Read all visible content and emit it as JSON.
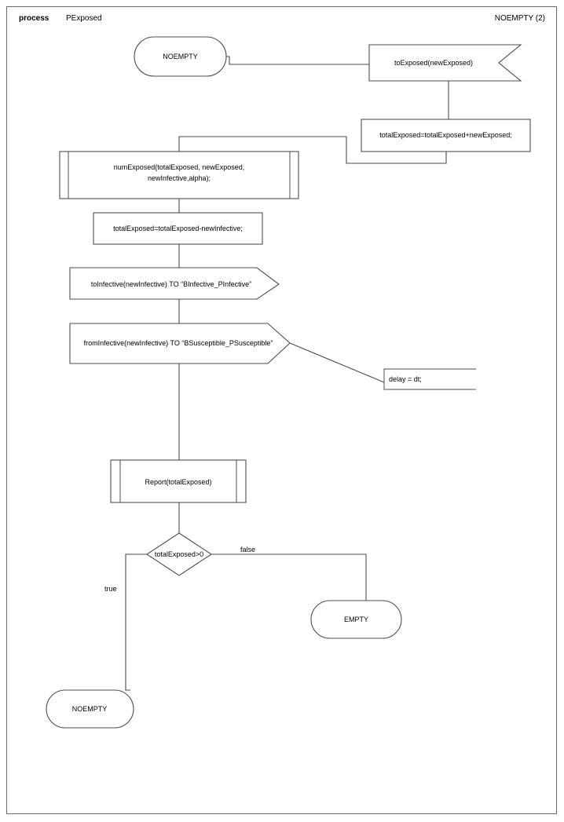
{
  "header": {
    "kind_label": "process",
    "process_name": "PExposed",
    "right_label": "NOEMPTY (2)"
  },
  "nodes": {
    "start_terminal": {
      "label": "NOEMPTY",
      "type": "terminal"
    },
    "to_exposed": {
      "label": "toExposed(newExposed)",
      "type": "receive-signal"
    },
    "total_exposed_add": {
      "label": "totalExposed=totalExposed+newExposed;",
      "type": "process"
    },
    "num_exposed": {
      "line1": "numExposed(totalExposed, newExposed,",
      "line2": "newInfective,alpha);",
      "type": "subroutine"
    },
    "total_exposed_sub": {
      "label": "totalExposed=totalExposed-newInfective;",
      "type": "process"
    },
    "to_infective": {
      "label": "toInfective(newInfective) TO “BInfective_PInfective”",
      "type": "send-signal"
    },
    "from_infective": {
      "label": "fromInfective(newInfective) TO “BSusceptible_PSusceptible”",
      "type": "send-signal"
    },
    "delay_note": {
      "label": "delay = dt;",
      "type": "annotation"
    },
    "report": {
      "label": "Report(totalExposed)",
      "type": "subroutine"
    },
    "decision": {
      "label": "totalExposed>0",
      "type": "decision"
    },
    "empty_terminal": {
      "label": "EMPTY",
      "type": "terminal"
    },
    "noempty_terminal": {
      "label": "NOEMPTY",
      "type": "terminal"
    }
  },
  "edges": {
    "true_label": "true",
    "false_label": "false"
  },
  "colors": {
    "stroke": "#4d4d4d",
    "border": "#6b6b6b",
    "text": "#000000",
    "background": "#ffffff"
  }
}
